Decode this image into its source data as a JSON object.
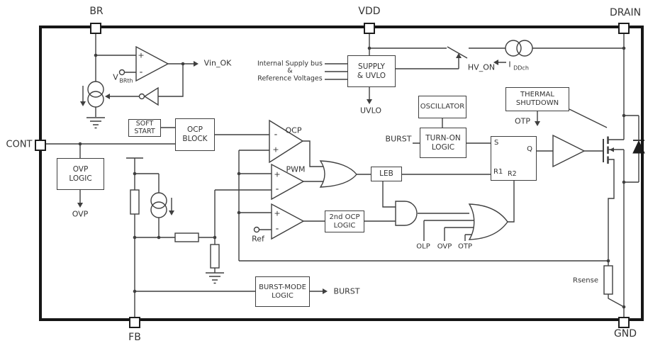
{
  "diagram": {
    "title": "power controller IC internal block diagram",
    "pins": {
      "br": "BR",
      "vdd": "VDD",
      "drain": "DRAIN",
      "cont": "CONT",
      "fb": "FB",
      "gnd": "GND"
    },
    "blocks": {
      "supply_uvlo": "SUPPLY\n& UVLO",
      "oscillator": "OSCILLATOR",
      "turn_on_logic": "TURN-ON\nLOGIC",
      "thermal_shutdown": "THERMAL\nSHUTDOWN",
      "soft_start": "SOFT\nSTART",
      "ocp_block": "OCP\nBLOCK",
      "ovp_logic": "OVP\nLOGIC",
      "second_ocp_logic": "2nd OCP\nLOGIC",
      "leb": "LEB",
      "burst_mode_logic": "BURST-MODE\nLOGIC"
    },
    "latch": {
      "s": "S",
      "r1": "R1",
      "r2": "R2",
      "q": "Q"
    },
    "labels": [
      {
        "name": "pin-label-br",
        "text": "BR"
      },
      {
        "name": "pin-label-vdd",
        "text": "VDD"
      },
      {
        "name": "pin-label-drain",
        "text": "DRAIN"
      },
      {
        "name": "pin-label-cont",
        "text": "CONT"
      },
      {
        "name": "pin-label-fb",
        "text": "FB"
      },
      {
        "name": "pin-label-gnd",
        "text": "GND"
      },
      {
        "name": "vin-ok-label",
        "text": "Vin_OK"
      },
      {
        "name": "vbrth-symbol",
        "text": "V"
      },
      {
        "name": "vbrth-subscript",
        "text": "BRth"
      },
      {
        "name": "supply-bus-line1",
        "text": "Internal Supply bus"
      },
      {
        "name": "supply-bus-line2",
        "text": "&"
      },
      {
        "name": "supply-bus-line3",
        "text": "Reference Voltages"
      },
      {
        "name": "uvlo-label",
        "text": "UVLO"
      },
      {
        "name": "hv-on-label",
        "text": "HV_ON"
      },
      {
        "name": "iddch-symbol",
        "text": "I"
      },
      {
        "name": "iddch-subscript",
        "text": "DDch"
      },
      {
        "name": "otp-thermal-label",
        "text": "OTP"
      },
      {
        "name": "burst-input-label",
        "text": "BURST"
      },
      {
        "name": "ocp-comparator-label",
        "text": "OCP"
      },
      {
        "name": "pwm-comparator-label",
        "text": "PWM"
      },
      {
        "name": "ref-label",
        "text": "Ref"
      },
      {
        "name": "olp-label",
        "text": "OLP"
      },
      {
        "name": "ovp-gate-label",
        "text": "OVP"
      },
      {
        "name": "otp-gate-label",
        "text": "OTP"
      },
      {
        "name": "ovp-output-label",
        "text": "OVP"
      },
      {
        "name": "burst-output-label",
        "text": "BURST"
      },
      {
        "name": "rsense-label",
        "text": "Rsense"
      },
      {
        "name": "comp1-plus",
        "text": "+"
      },
      {
        "name": "comp1-minus",
        "text": "-"
      },
      {
        "name": "ocp-minus",
        "text": "-"
      },
      {
        "name": "ocp-plus",
        "text": "+"
      },
      {
        "name": "pwm-plus",
        "text": "+"
      },
      {
        "name": "pwm-minus",
        "text": "-"
      },
      {
        "name": "comp3-plus",
        "text": "+"
      },
      {
        "name": "comp3-minus",
        "text": "-"
      }
    ],
    "colors": {
      "line": "#3f3f3f",
      "ic_border": "#161616",
      "text": "#333333",
      "background": "#ffffff"
    }
  }
}
